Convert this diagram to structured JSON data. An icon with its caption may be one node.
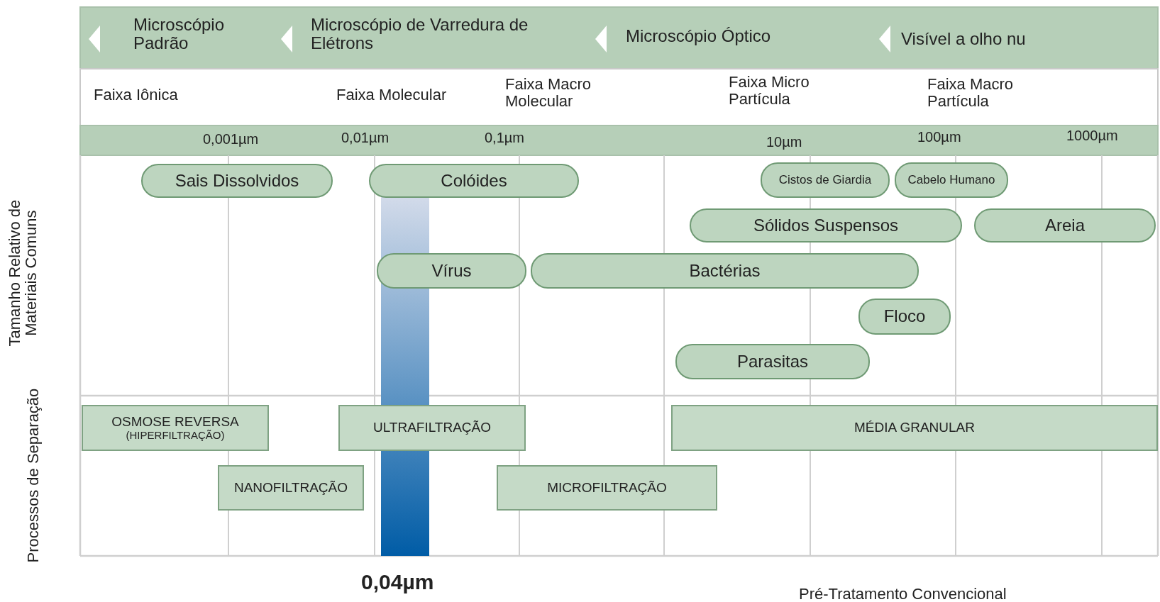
{
  "diagram": {
    "nodes": [
      {
        "text": [
          "Sais Dissolvidos"
        ]
      },
      {
        "text": [
          "Colóides"
        ]
      },
      {
        "text": [
          "Cistos de Giardia"
        ]
      },
      {
        "text": [
          "Cabelo Humano"
        ]
      },
      {
        "text": [
          "Sólidos Suspensos"
        ]
      },
      {
        "text": [
          "Areia"
        ]
      },
      {
        "text": [
          "Vírus"
        ]
      },
      {
        "text": [
          "Bactérias"
        ]
      },
      {
        "text": [
          "Floco"
        ]
      },
      {
        "text": [
          "Parasitas"
        ]
      },
      {
        "text": [
          "OSMOSE REVERSA",
          "(HIPERFILTRAÇÃO)"
        ]
      },
      {
        "text": [
          "ULTRAFILTRAÇÃO"
        ]
      },
      {
        "text": [
          "MÉDIA GRANULAR"
        ]
      },
      {
        "text": [
          "NANOFILTRAÇÃO"
        ]
      },
      {
        "text": [
          "MICROFILTRAÇÃO"
        ]
      },
      {
        "text": [],
        "shape": "bar"
      }
    ],
    "labels": [
      "Microscópio Padrão",
      "Microscópio de Varredura de Elétrons",
      "Microscópio Óptico",
      "Visível a olho nu",
      "Faixa Iônica",
      "Faixa Molecular",
      "Faixa Macro Molecular",
      "Faixa Micro Partícula",
      "Faixa Macro Partícula",
      "0,001µm",
      "0,01µm",
      "0,1µm",
      "10µm",
      "100µm",
      "1000µm",
      "Tamanho Relativo de Materiais Comuns",
      "Processos de Separação",
      "0,04µm",
      "Pré-Tratamento Convencional"
    ]
  }
}
